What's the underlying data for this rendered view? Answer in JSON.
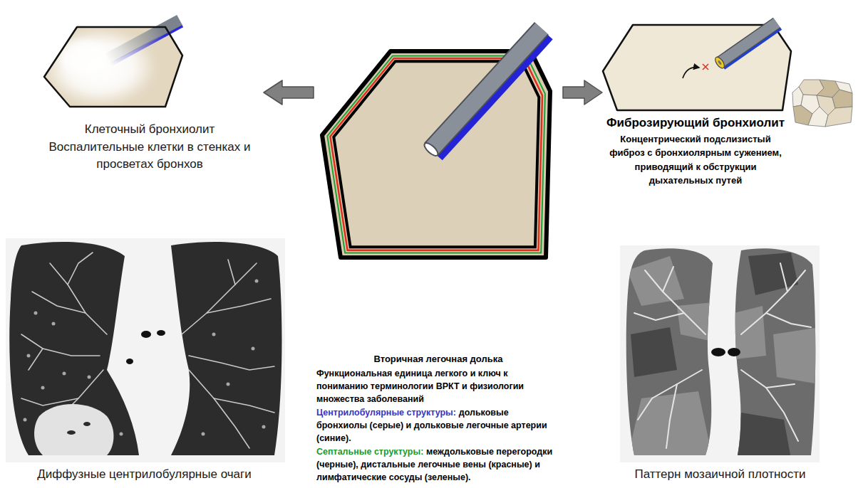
{
  "diagram": {
    "nodes": [
      {
        "text": [
          "Клеточный бронхиолит",
          "Воспалительные клетки в стенках и просветах бронхов"
        ]
      },
      {
        "text": [
          "Вторичная легочная долька",
          "Функциональная единица легкого и ключ к пониманию терминологии ВРКТ и физиологии множества заболеваний",
          "Центрилобулярные структуры:",
          "дольковые бронхиолы (серые) и дольковые легочные артерии (синие).",
          "Септальные структуры:",
          "междольковые перегородки (черные), дистальные легочные вены (красные) и лимфатические сосуды (зеленые)."
        ]
      },
      {
        "text": [
          "Фиброзирующий бронхиолит",
          "Концентрический подслизистый фиброз с бронхиолярным сужением, приводящий к обструкции дыхательных путей"
        ]
      },
      {
        "text": [
          "Диффузные центрилобулярные очаги"
        ]
      },
      {
        "text": [
          "Паттерн мозаичной плотности"
        ]
      }
    ],
    "edges": [
      {
        "from": 1,
        "to": 0,
        "arrow": "to"
      },
      {
        "from": 1,
        "to": 2,
        "arrow": "to"
      }
    ]
  }
}
